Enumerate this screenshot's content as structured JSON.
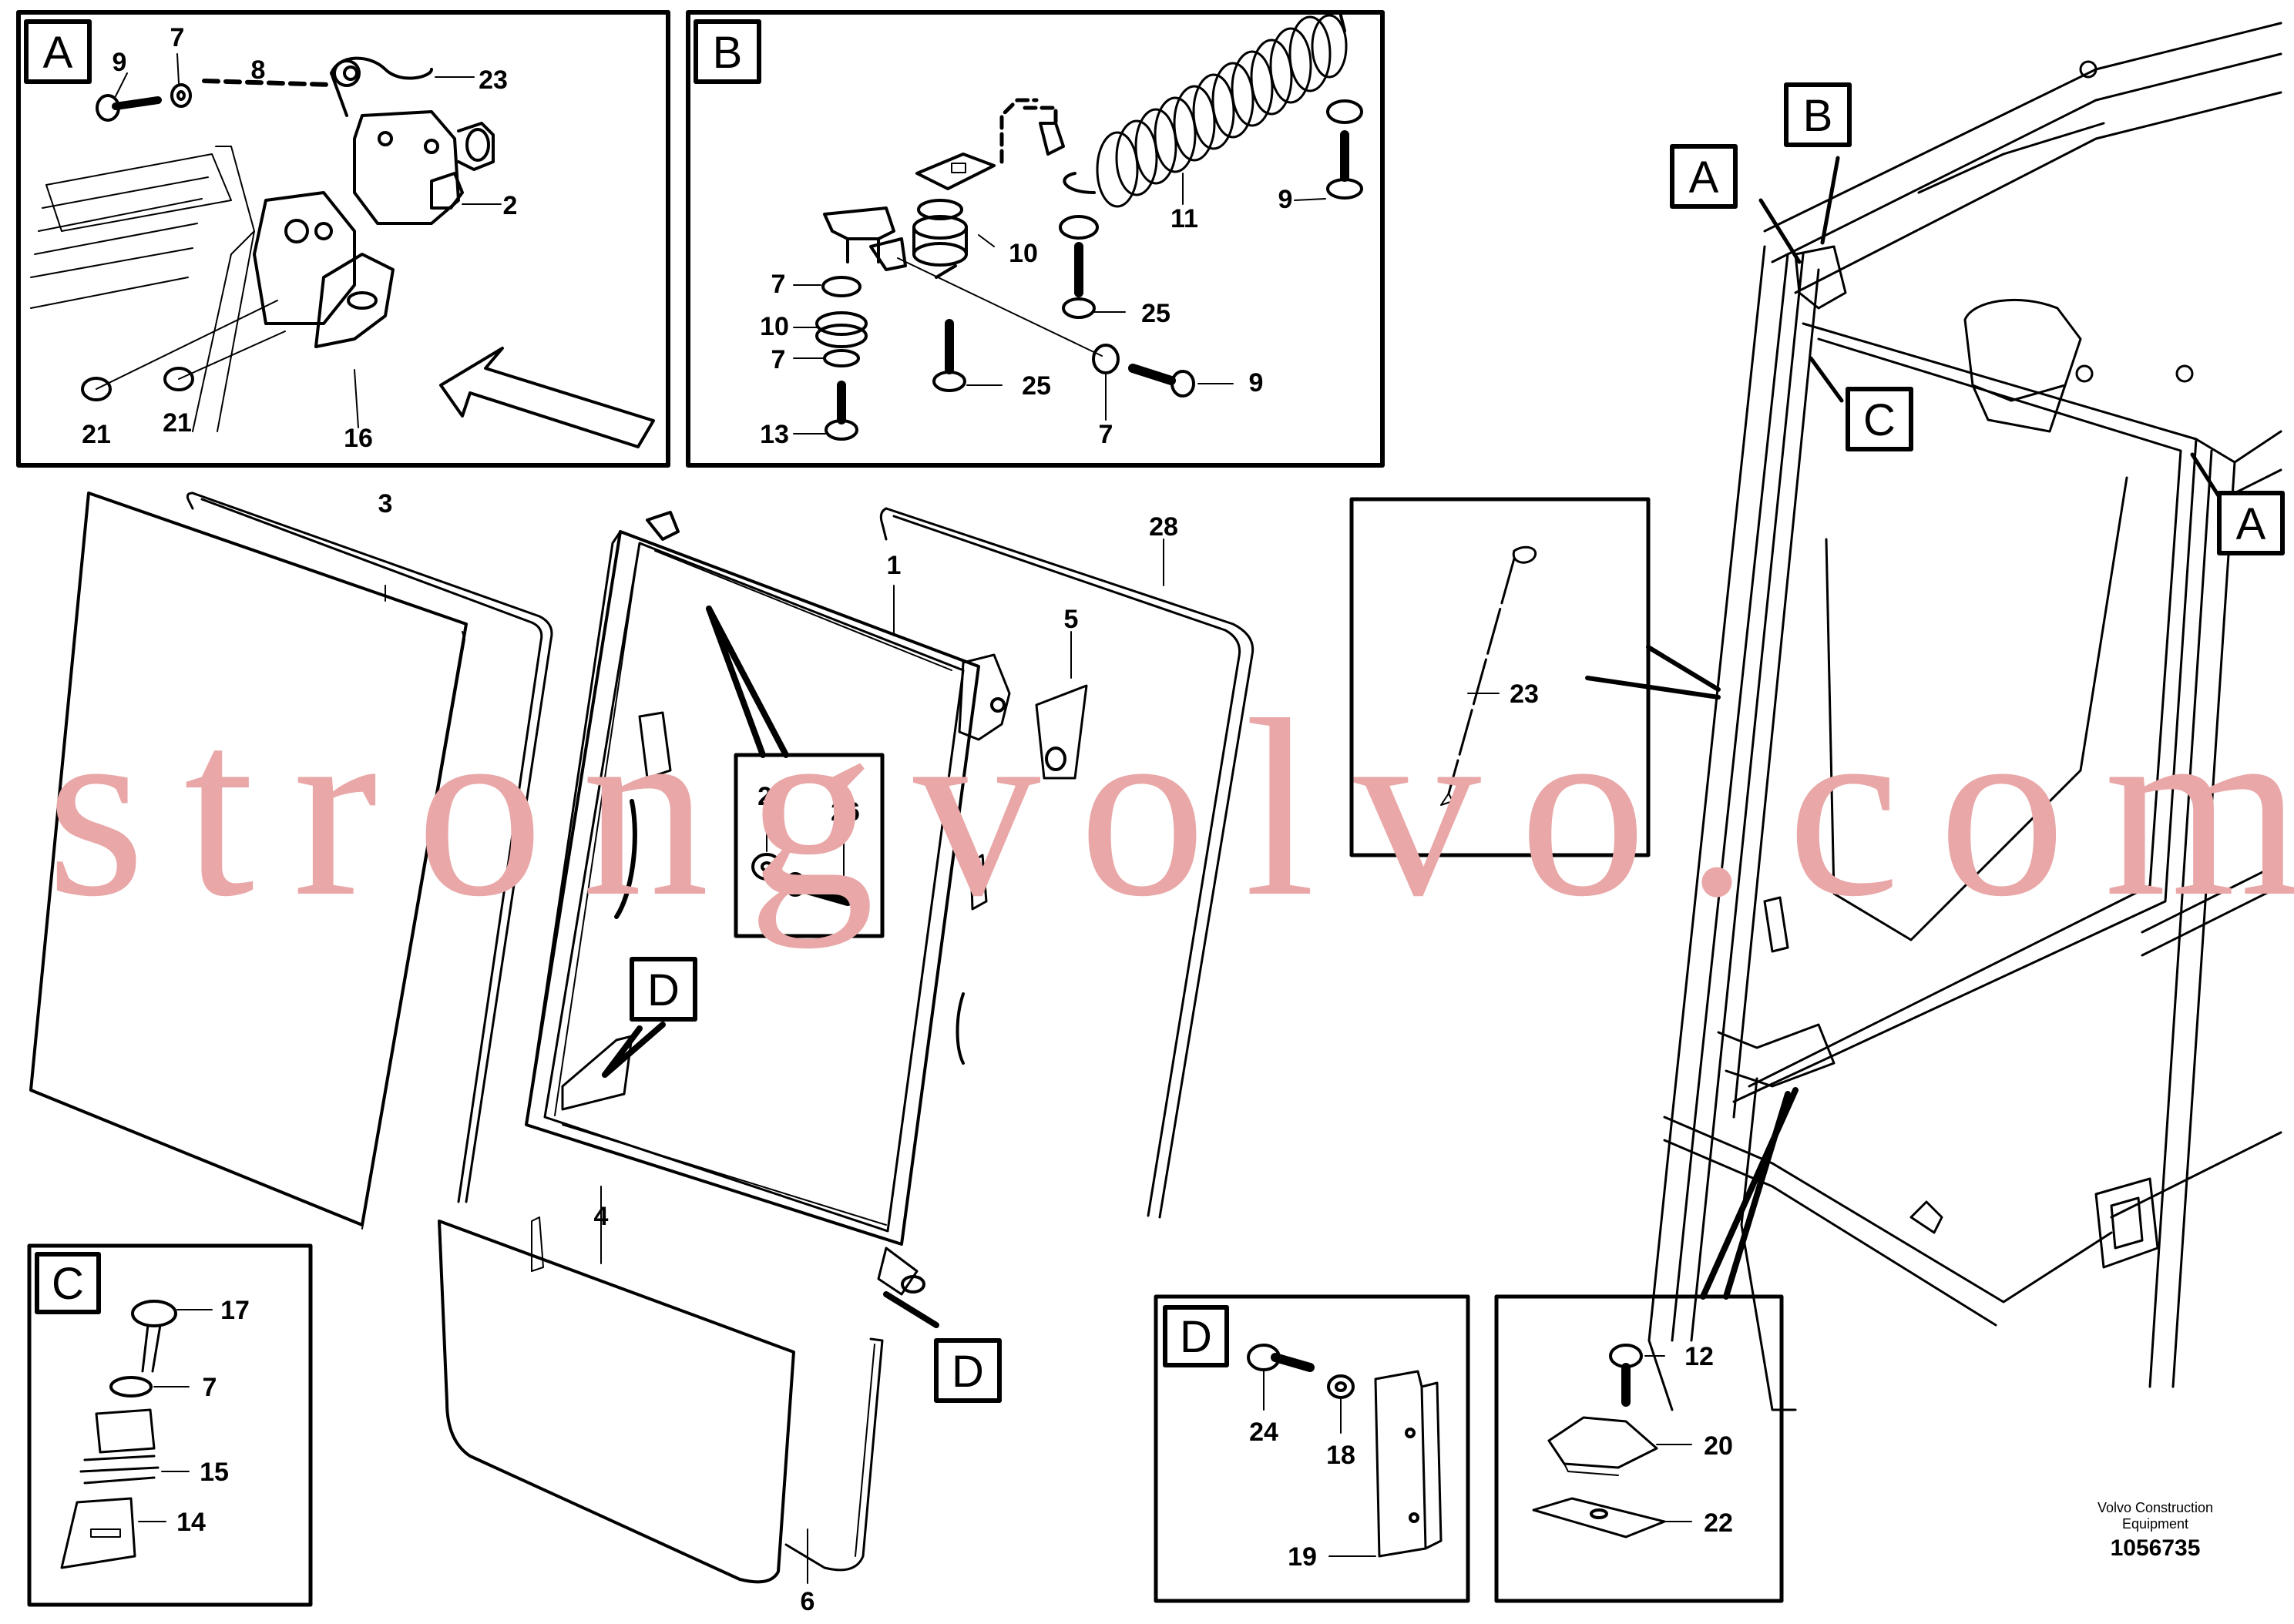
{
  "watermark": "strongvolvo.com",
  "credit": {
    "line1": "Volvo Construction",
    "line2": "Equipment",
    "drawing_number": "1056735"
  },
  "view_letters": [
    "A",
    "B",
    "C",
    "D"
  ],
  "parts": [
    "1",
    "2",
    "3",
    "4",
    "5",
    "6",
    "7",
    "8",
    "9",
    "10",
    "11",
    "12",
    "13",
    "14",
    "15",
    "16",
    "17",
    "18",
    "19",
    "20",
    "21",
    "22",
    "23",
    "24",
    "25",
    "26",
    "27",
    "28"
  ]
}
